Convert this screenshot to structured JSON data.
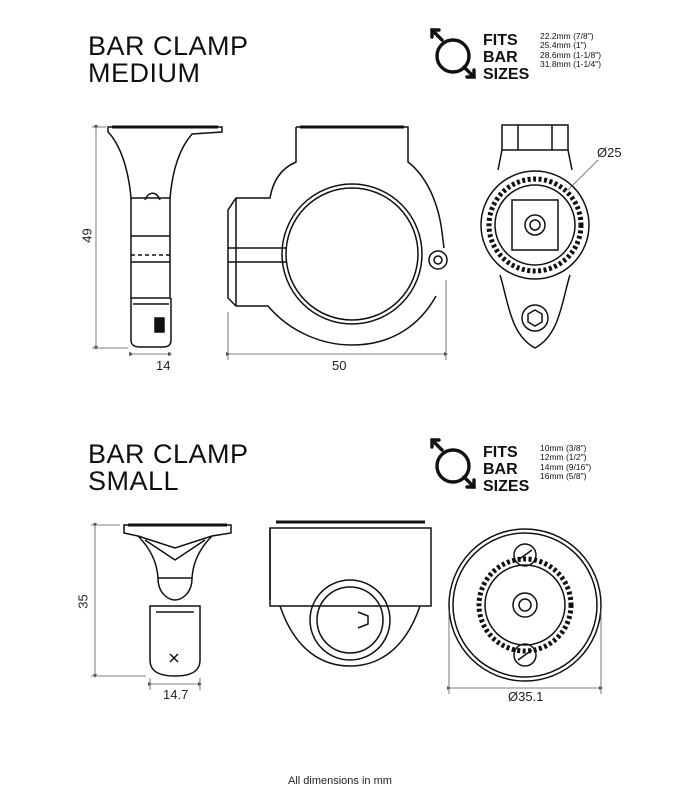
{
  "medium": {
    "title_line1": "BAR CLAMP",
    "title_line2": "MEDIUM",
    "fits_line1": "FITS",
    "fits_line2": "BAR",
    "fits_line3": "SIZES",
    "sizes": [
      "22.2mm (7/8\")",
      "25.4mm (1\")",
      "28.6mm (1-1/8\")",
      "31.8mm (1-1/4\")"
    ],
    "dim_height": "49",
    "dim_side_width": "14",
    "dim_front_width": "50",
    "dim_diameter": "Ø25"
  },
  "small": {
    "title_line1": "BAR CLAMP",
    "title_line2": "SMALL",
    "fits_line1": "FITS",
    "fits_line2": "BAR",
    "fits_line3": "SIZES",
    "sizes": [
      "10mm (3/8\")",
      "12mm (1/2\")",
      "14mm (9/16\")",
      "16mm (5/8\")"
    ],
    "dim_height": "35",
    "dim_side_width": "14.7",
    "dim_diameter": "Ø35.1"
  },
  "footer": "All dimensions in mm",
  "icons": [
    "bar-size-icon",
    "bar-size-icon"
  ],
  "colors": {
    "line": "#111111",
    "dim_line": "#555555"
  }
}
